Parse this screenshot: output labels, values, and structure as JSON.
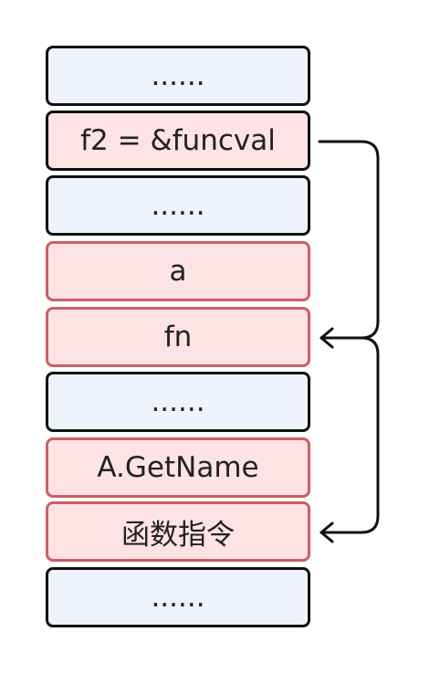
{
  "diagram": {
    "cells": [
      {
        "label": "......",
        "style": "plain"
      },
      {
        "label": "f2 = &funcval",
        "style": "highlight-dark"
      },
      {
        "label": "......",
        "style": "plain"
      },
      {
        "label": "a",
        "style": "highlight"
      },
      {
        "label": "fn",
        "style": "highlight"
      },
      {
        "label": "......",
        "style": "plain"
      },
      {
        "label": "A.GetName",
        "style": "highlight"
      },
      {
        "label": "函数指令",
        "style": "highlight"
      },
      {
        "label": "......",
        "style": "plain"
      }
    ],
    "arrows": [
      {
        "from": "f2 = &funcval",
        "to": "fn"
      },
      {
        "from": "fn",
        "to": "函数指令"
      }
    ],
    "colors": {
      "plain_fill": "#eef3fc",
      "plain_border": "#111111",
      "highlight_fill": "#fde3e4",
      "highlight_border": "#cc5f64",
      "arrow": "#111111"
    }
  }
}
